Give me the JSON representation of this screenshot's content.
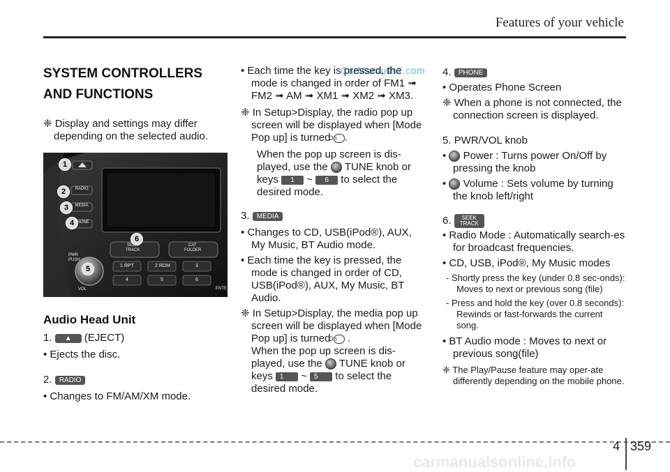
{
  "header": {
    "section_title": "Features of your vehicle"
  },
  "footer": {
    "section": "4",
    "page": "359",
    "site": "carmanualsonline.info"
  },
  "watermark": "CarManuals2.com",
  "col1": {
    "title_line1": "SYSTEM CONTROLLERS",
    "title_line2": "AND FUNCTIONS",
    "note": "❈ Display and settings may differ depending on the selected audio.",
    "subtitle": "Audio Head Unit",
    "item1_prefix": "1.",
    "item1_badge": "▲",
    "item1_suffix": "(EJECT)",
    "item1_bullet": "• Ejects the disc.",
    "item2_prefix": "2.",
    "item2_badge": "RADIO",
    "item2_bullet": "• Changes to FM/AM/XM mode."
  },
  "unit": {
    "callouts": [
      "1",
      "2",
      "3",
      "4",
      "5",
      "6"
    ],
    "labels": {
      "radio": "RADIO",
      "media": "MEDIA",
      "phone": "PHONE",
      "pwr": "PWR",
      "push": "PUSH",
      "vol": "VOL",
      "seek": "SEEK",
      "track": "TRACK",
      "cat": "CAT",
      "folder": "FOLDER",
      "enter": "ENTE",
      "k1": "1",
      "k1b": "RPT",
      "k2": "2",
      "k2b": "RDM",
      "k3": "3",
      "k4": "4",
      "k5": "5",
      "k6": "6"
    }
  },
  "col2": {
    "b1": "• Each time the key is pressed, the mode is changed in order of FM1 ➟ FM2 ➟ AM ➟ XM1 ➟ XM2 ➟ XM3.",
    "n1_a": "❈ In Setup>Display, the radio pop up screen will be displayed when [Mode Pop up] is turned",
    "pill_on": "On",
    "n1_b1": "When the pop up screen is dis-played, use the",
    "n1_b2": "TUNE knob or keys",
    "key1": "1",
    "tilde": "~",
    "key6": "6",
    "n1_b3": "to select the desired mode.",
    "item3_prefix": "3.",
    "item3_badge": "MEDIA",
    "b3": "• Changes to CD, USB(iPod®), AUX, My Music, BT Audio mode.",
    "b4": "• Each time the key is pressed, the mode is changed in order of CD, USB(iPod®), AUX, My Music, BT Audio.",
    "n2_a": "❈ In Setup>Display, the media pop up screen will be displayed when [Mode Pop up] is turned",
    "n2_b1": "When the pop up screen is dis-played, use the",
    "n2_b2": "TUNE knob or keys",
    "key5": "5",
    "n2_b3": "to select the desired mode."
  },
  "col3": {
    "item4_prefix": "4.",
    "item4_badge": "PHONE",
    "b1": "• Operates Phone Screen",
    "n1": "❈ When a phone is not connected, the connection screen is displayed.",
    "item5": "5. PWR/VOL knob",
    "b2a": "Power : Turns power On/Off by pressing the knob",
    "b2b": "Volume : Sets volume by turning the knob left/right",
    "item6_prefix": "6.",
    "seek": "SEEK",
    "track": "TRACK",
    "b3": "• Radio Mode : Automatically search-es for broadcast frequencies.",
    "b4": "• CD, USB, iPod®, My Music modes",
    "d1": "- Shortly press the key (under 0.8 sec-onds): Moves to next or previous song (file)",
    "d2": "- Press and hold the key (over 0.8 seconds): Rewinds or fast-forwards the current song.",
    "b5": "• BT Audio mode : Moves to next or previous song(file)",
    "n2": "❈ The Play/Pause feature may oper-ate differently depending on the mobile phone."
  }
}
